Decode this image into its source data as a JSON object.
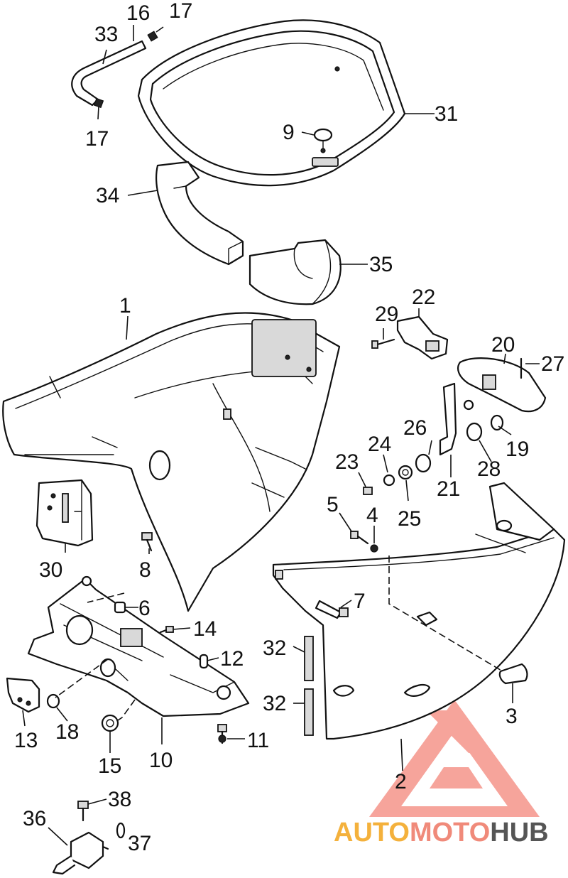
{
  "callouts": [
    {
      "num": "1"
    },
    {
      "num": "2"
    },
    {
      "num": "3"
    },
    {
      "num": "4"
    },
    {
      "num": "5"
    },
    {
      "num": "6"
    },
    {
      "num": "7"
    },
    {
      "num": "8"
    },
    {
      "num": "9"
    },
    {
      "num": "10"
    },
    {
      "num": "11"
    },
    {
      "num": "12"
    },
    {
      "num": "13"
    },
    {
      "num": "14"
    },
    {
      "num": "15"
    },
    {
      "num": "16"
    },
    {
      "num": "17"
    },
    {
      "num": "17"
    },
    {
      "num": "18"
    },
    {
      "num": "19"
    },
    {
      "num": "20"
    },
    {
      "num": "21"
    },
    {
      "num": "22"
    },
    {
      "num": "23"
    },
    {
      "num": "24"
    },
    {
      "num": "25"
    },
    {
      "num": "26"
    },
    {
      "num": "27"
    },
    {
      "num": "28"
    },
    {
      "num": "29"
    },
    {
      "num": "30"
    },
    {
      "num": "31"
    },
    {
      "num": "32"
    },
    {
      "num": "32"
    },
    {
      "num": "33"
    },
    {
      "num": "34"
    },
    {
      "num": "35"
    },
    {
      "num": "36"
    },
    {
      "num": "37"
    },
    {
      "num": "38"
    }
  ],
  "watermark": {
    "part1": "AUTO",
    "part2": "MOTO",
    "part3": "HUB",
    "color_auto": "#f4b13c",
    "color_moto": "#f08a7a",
    "color_hub": "#555555",
    "logo_color": "#f05a4a"
  },
  "icons": {
    "watermark_logo": "triangle-a-logo-icon"
  }
}
